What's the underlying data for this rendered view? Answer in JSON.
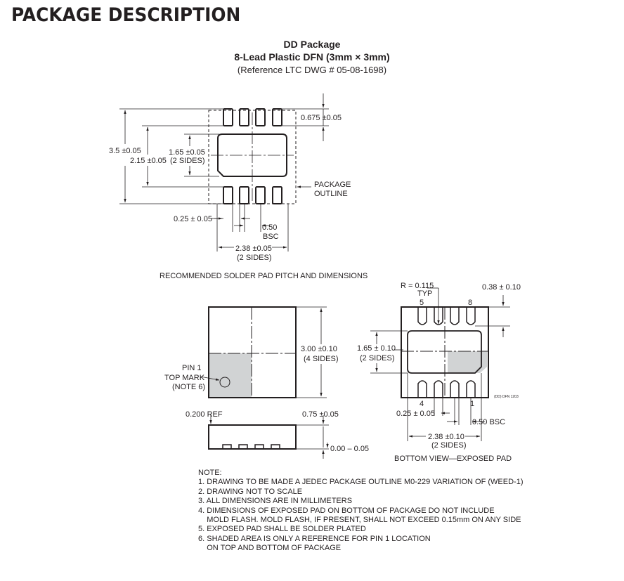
{
  "page_title": "PACKAGE DESCRIPTION",
  "package": {
    "name": "DD Package",
    "subtitle": "8-Lead Plastic DFN (3mm × 3mm)",
    "reference": "(Reference LTC DWG # 05-08-1698)"
  },
  "solder_pad": {
    "dim_height": "3.5 ±0.05",
    "dim_inner_height": "2.15 ±0.05",
    "dim_pad_height": "1.65 ±0.05",
    "dim_pad_height_note": "(2 SIDES)",
    "dim_pad_length": "0.675 ±0.05",
    "package_outline": [
      "PACKAGE",
      "OUTLINE"
    ],
    "dim_pad_width": "0.25 ± 0.05",
    "dim_pitch": [
      "0.50",
      "BSC"
    ],
    "dim_pad_span": [
      "2.38 ±0.05",
      "(2 SIDES)"
    ],
    "caption": "RECOMMENDED SOLDER PAD PITCH AND DIMENSIONS"
  },
  "top_view": {
    "pin1_label": [
      "PIN 1",
      "TOP MARK",
      "(NOTE 6)"
    ],
    "dim_size": [
      "3.00 ±0.10",
      "(4 SIDES)"
    ],
    "dim_ref": "0.200 REF",
    "dim_thickness": "0.75 ±0.05",
    "dim_standoff": "0.00 – 0.05"
  },
  "bottom_view": {
    "radius": [
      "R = 0.115",
      "TYP"
    ],
    "dim_lead": "0.38 ± 0.10",
    "pin_top_left": "5",
    "pin_top_right": "8",
    "pin_bottom_left": "4",
    "pin_bottom_right": "1",
    "dim_pad_height": [
      "1.65 ± 0.10",
      "(2 SIDES)"
    ],
    "dim_lead_width": "0.25 ± 0.05",
    "dim_pitch": "0.50 BSC",
    "dim_pad_span": [
      "2.38 ±0.10",
      "(2 SIDES)"
    ],
    "drawing_code": "(DD) DFN 1203",
    "caption": "BOTTOM VIEW—EXPOSED PAD"
  },
  "notes": {
    "heading": "NOTE:",
    "items": [
      "1. DRAWING TO BE MADE A JEDEC PACKAGE OUTLINE M0-229 VARIATION OF (WEED-1)",
      "2. DRAWING NOT TO SCALE",
      "3. ALL DIMENSIONS ARE IN MILLIMETERS",
      "4. DIMENSIONS OF EXPOSED PAD ON BOTTOM OF PACKAGE DO NOT INCLUDE",
      "    MOLD FLASH. MOLD FLASH, IF PRESENT, SHALL NOT EXCEED 0.15mm ON ANY SIDE",
      "5. EXPOSED PAD SHALL BE SOLDER PLATED",
      "6. SHADED AREA IS ONLY A REFERENCE FOR PIN 1 LOCATION",
      "    ON TOP AND BOTTOM OF PACKAGE"
    ]
  },
  "colors": {
    "ink": "#231f20",
    "shade": "#d1d3d4"
  }
}
